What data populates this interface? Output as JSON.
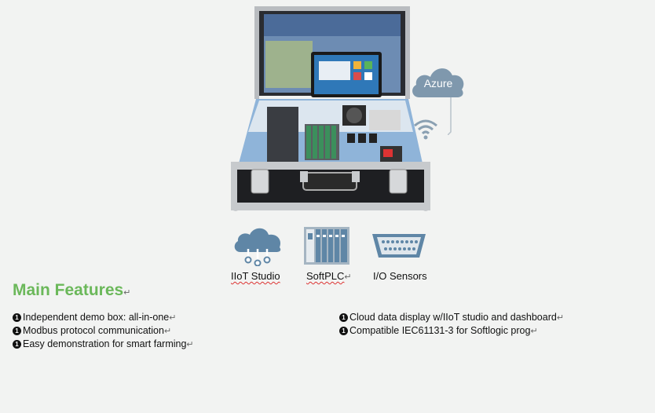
{
  "cloud": {
    "label": "Azure"
  },
  "icons": {
    "iiot_label": "IIoT  Studio",
    "softplc_label": "SoftPLC",
    "io_label": "I/O Sensors"
  },
  "features": {
    "title": "Main Features",
    "items": [
      "Independent demo box: all-in-one",
      "Modbus protocol communication",
      "Easy demonstration for smart farming",
      "Cloud data display w/IIoT studio and dashboard",
      "Compatible IEC61131-3  for Softlogic prog"
    ],
    "bullet": "1",
    "return_mark": "↵"
  },
  "colors": {
    "accent_green": "#6bb85a",
    "icon_blue": "#5f86a6"
  }
}
